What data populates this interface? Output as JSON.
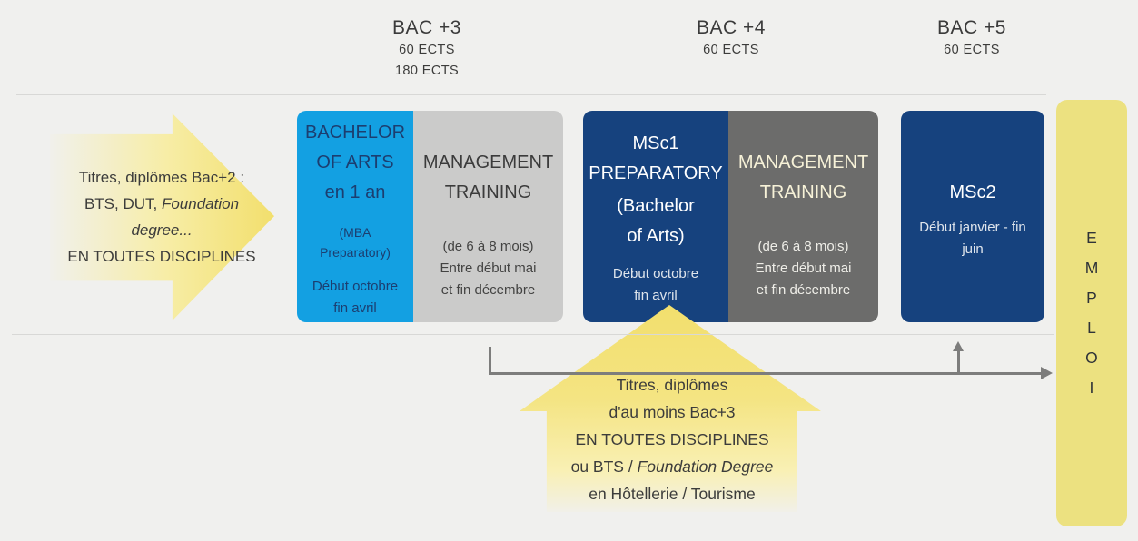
{
  "headers": [
    {
      "title": "BAC +3",
      "ects": [
        "60 ECTS",
        "180 ECTS"
      ]
    },
    {
      "title": "BAC +4",
      "ects": [
        "60 ECTS"
      ]
    },
    {
      "title": "BAC +5",
      "ects": [
        "60 ECTS"
      ]
    }
  ],
  "left_arrow": {
    "lines": [
      [
        {
          "text": "Titres, diplômes Bac+2 :"
        }
      ],
      [
        {
          "text": "BTS, DUT, "
        },
        {
          "text": "Foundation",
          "italic": true
        }
      ],
      [
        {
          "text": "degree...",
          "italic": true
        }
      ],
      [
        {
          "text": "EN TOUTES DISCIPLINES"
        }
      ]
    ]
  },
  "blocks": {
    "bachelor": {
      "title_lines": [
        "BACHELOR",
        "OF ARTS",
        "en 1 an"
      ],
      "subtitle_lines": [
        "(MBA",
        "Preparatory)"
      ],
      "date_lines": [
        "Début octobre",
        "fin avril"
      ],
      "color": "#13a0e2"
    },
    "management_training_1": {
      "title_lines": [
        "MANAGEMENT",
        "TRAINING"
      ],
      "date_lines": [
        "(de 6 à 8 mois)",
        "Entre début mai",
        "et fin décembre"
      ],
      "color": "#cbcbca"
    },
    "msc1": {
      "title_lines": [
        "MSc1",
        "PREPARATORY"
      ],
      "subtitle_lines": [
        "(Bachelor",
        "of Arts)"
      ],
      "date_lines": [
        "Début octobre",
        "fin avril"
      ],
      "color": "#16427e"
    },
    "management_training_2": {
      "title_lines": [
        "MANAGEMENT",
        "TRAINING"
      ],
      "date_lines": [
        "(de 6 à 8 mois)",
        "Entre début mai",
        "et fin décembre"
      ],
      "color": "#6c6c6b"
    },
    "msc2": {
      "title_lines": [
        "MSc2"
      ],
      "date_lines": [
        "Début janvier - fin",
        "juin"
      ],
      "color": "#16427e"
    }
  },
  "emploi": {
    "letters": [
      "E",
      "M",
      "P",
      "L",
      "O",
      "I"
    ],
    "color": "#ece180"
  },
  "bottom_arrow": {
    "lines": [
      [
        {
          "text": "Titres, diplômes"
        }
      ],
      [
        {
          "text": "d'au moins Bac+3"
        }
      ],
      [
        {
          "text": "EN TOUTES DISCIPLINES"
        }
      ],
      [
        {
          "text": "ou BTS / "
        },
        {
          "text": "Foundation Degree",
          "italic": true
        }
      ],
      [
        {
          "text": "en Hôtellerie / Tourisme"
        }
      ]
    ],
    "arrow_color": "#f2df6d"
  }
}
